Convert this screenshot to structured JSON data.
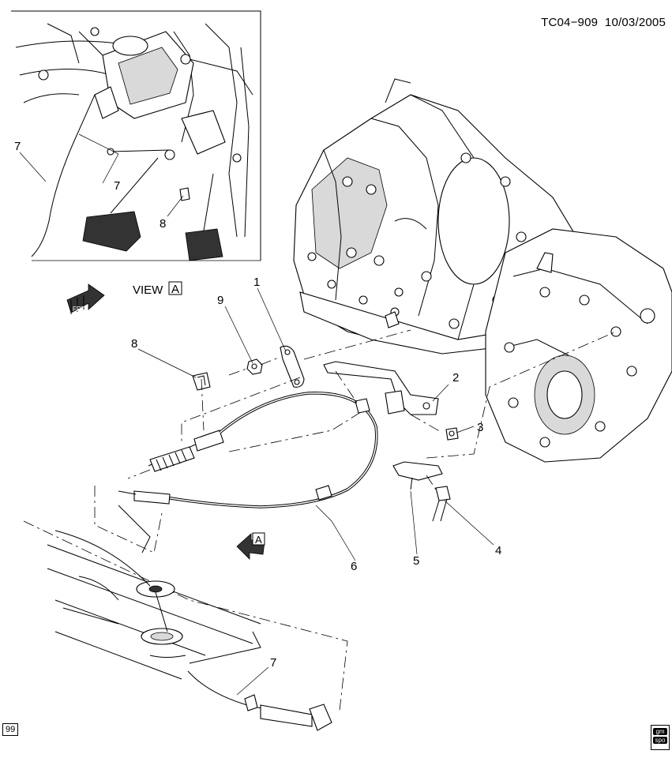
{
  "header": {
    "code": "TC04−909",
    "date": "10/03/2005"
  },
  "view": {
    "label": "VIEW",
    "letter": "A"
  },
  "arrow_view_letter": "A",
  "fwd_arrow_text": "FRT",
  "callouts": {
    "c1": "1",
    "c2": "2",
    "c3": "3",
    "c4": "4",
    "c5": "5",
    "c6": "6",
    "c7a": "7",
    "c7b": "7",
    "c7c": "7",
    "c8a": "8",
    "c8b": "8",
    "c9": "9"
  },
  "footer": {
    "page_code": "99",
    "logo_line1": "gm",
    "logo_line2": "spo"
  },
  "icons": [
    "forward-direction-arrow-icon",
    "view-direction-arrow-icon",
    "gm-spo-logo-icon"
  ]
}
